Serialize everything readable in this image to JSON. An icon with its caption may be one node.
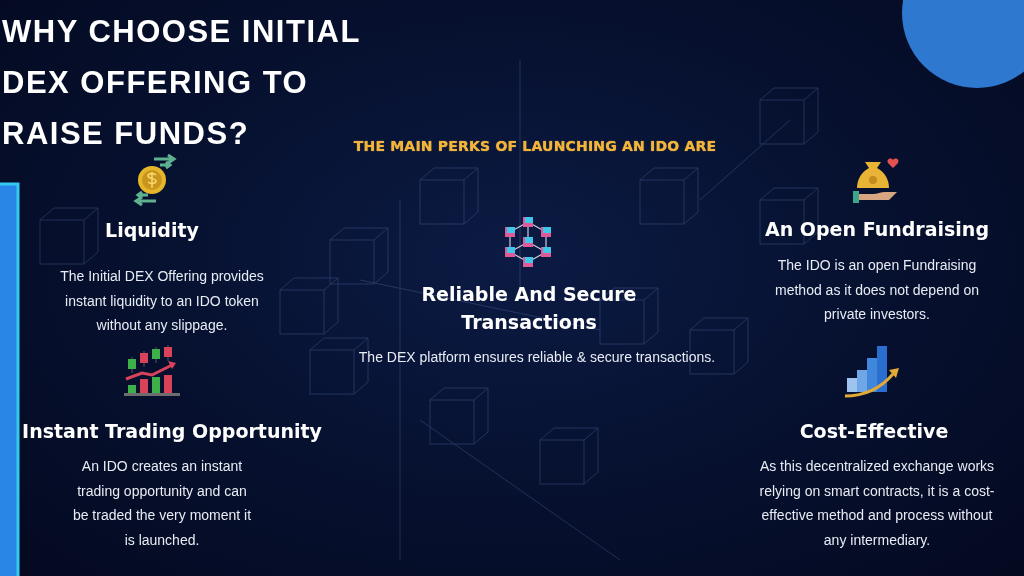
{
  "diagram": {
    "title": "WHY CHOOSE INITIAL DEX OFFERING TO RAISE FUNDS?",
    "labels": [
      "THE MAIN PERKS OF LAUNCHING AN IDO ARE",
      "Liquidity",
      "The Initial DEX Offering provides instant liquidity to an IDO token without any slippage.",
      "An Open Fundraising",
      "The IDO is an open Fundraising method as it does not depend on private investors.",
      "Reliable And Secure Transactions",
      "The DEX platform ensures reliable & secure transactions.",
      "Instant Trading Opportunity",
      "An IDO creates an instant trading opportunity and can be traded the very moment it is launched.",
      "Cost-Effective",
      "As this decentralized exchange works relying on smart contracts, it is a cost-effective method and process without any intermediary."
    ]
  }
}
